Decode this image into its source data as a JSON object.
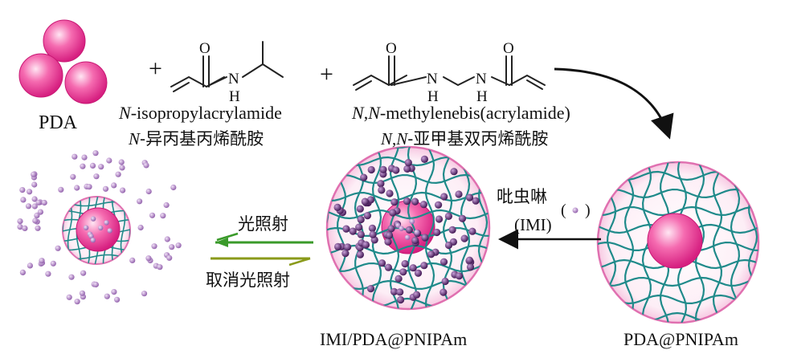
{
  "labels": {
    "pda": "PDA",
    "plus": "+",
    "monomer1_en_prefix": "N",
    "monomer1_en_rest": "-isopropylacrylamide",
    "monomer1_cn_prefix": "N",
    "monomer1_cn_rest": "-异丙基丙烯酰胺",
    "monomer2_en_p1": "N",
    "monomer2_en_comma": ",",
    "monomer2_en_p2": "N",
    "monomer2_en_rest": "-methylenebis(acrylamide)",
    "monomer2_cn_p1": "N",
    "monomer2_cn_comma": ",",
    "monomer2_cn_p2": "N",
    "monomer2_cn_rest": "-亚甲基双丙烯酰胺",
    "loading_cn": "吡虫啉",
    "loading_en": "(IMI)",
    "release_label": "光照射",
    "stop_label": "取消光照射",
    "loaded_particle": "IMI/PDA@PNIPAm",
    "empty_particle": "PDA@PNIPAm"
  },
  "atoms": {
    "O": "O",
    "N": "N",
    "H": "H"
  },
  "colors": {
    "pda_pink": "#f0409a",
    "pda_light": "#ffd3ea",
    "shell_border": "#e070b0",
    "shell_fill": "#fdeaf4",
    "network": "#1f8a8a",
    "imi_dark": "#4a1a5c",
    "imi_light": "#b48ac8",
    "green_arrow": "#3a9a2a",
    "olive_arrow": "#8a9a1a"
  }
}
